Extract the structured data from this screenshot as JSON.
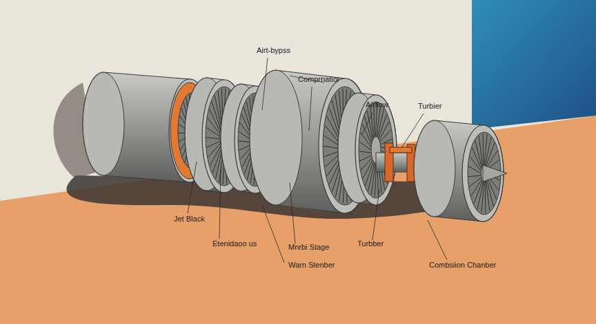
{
  "diagram": {
    "labels": [
      "Airt-bypss",
      "Comprnatior",
      "Airflow",
      "Turbier",
      "Jet Black",
      "Etenidaoo us",
      "Mnrbi Stage",
      "Warn Stenber",
      "Turbber",
      "Combsiion Chanber"
    ]
  }
}
